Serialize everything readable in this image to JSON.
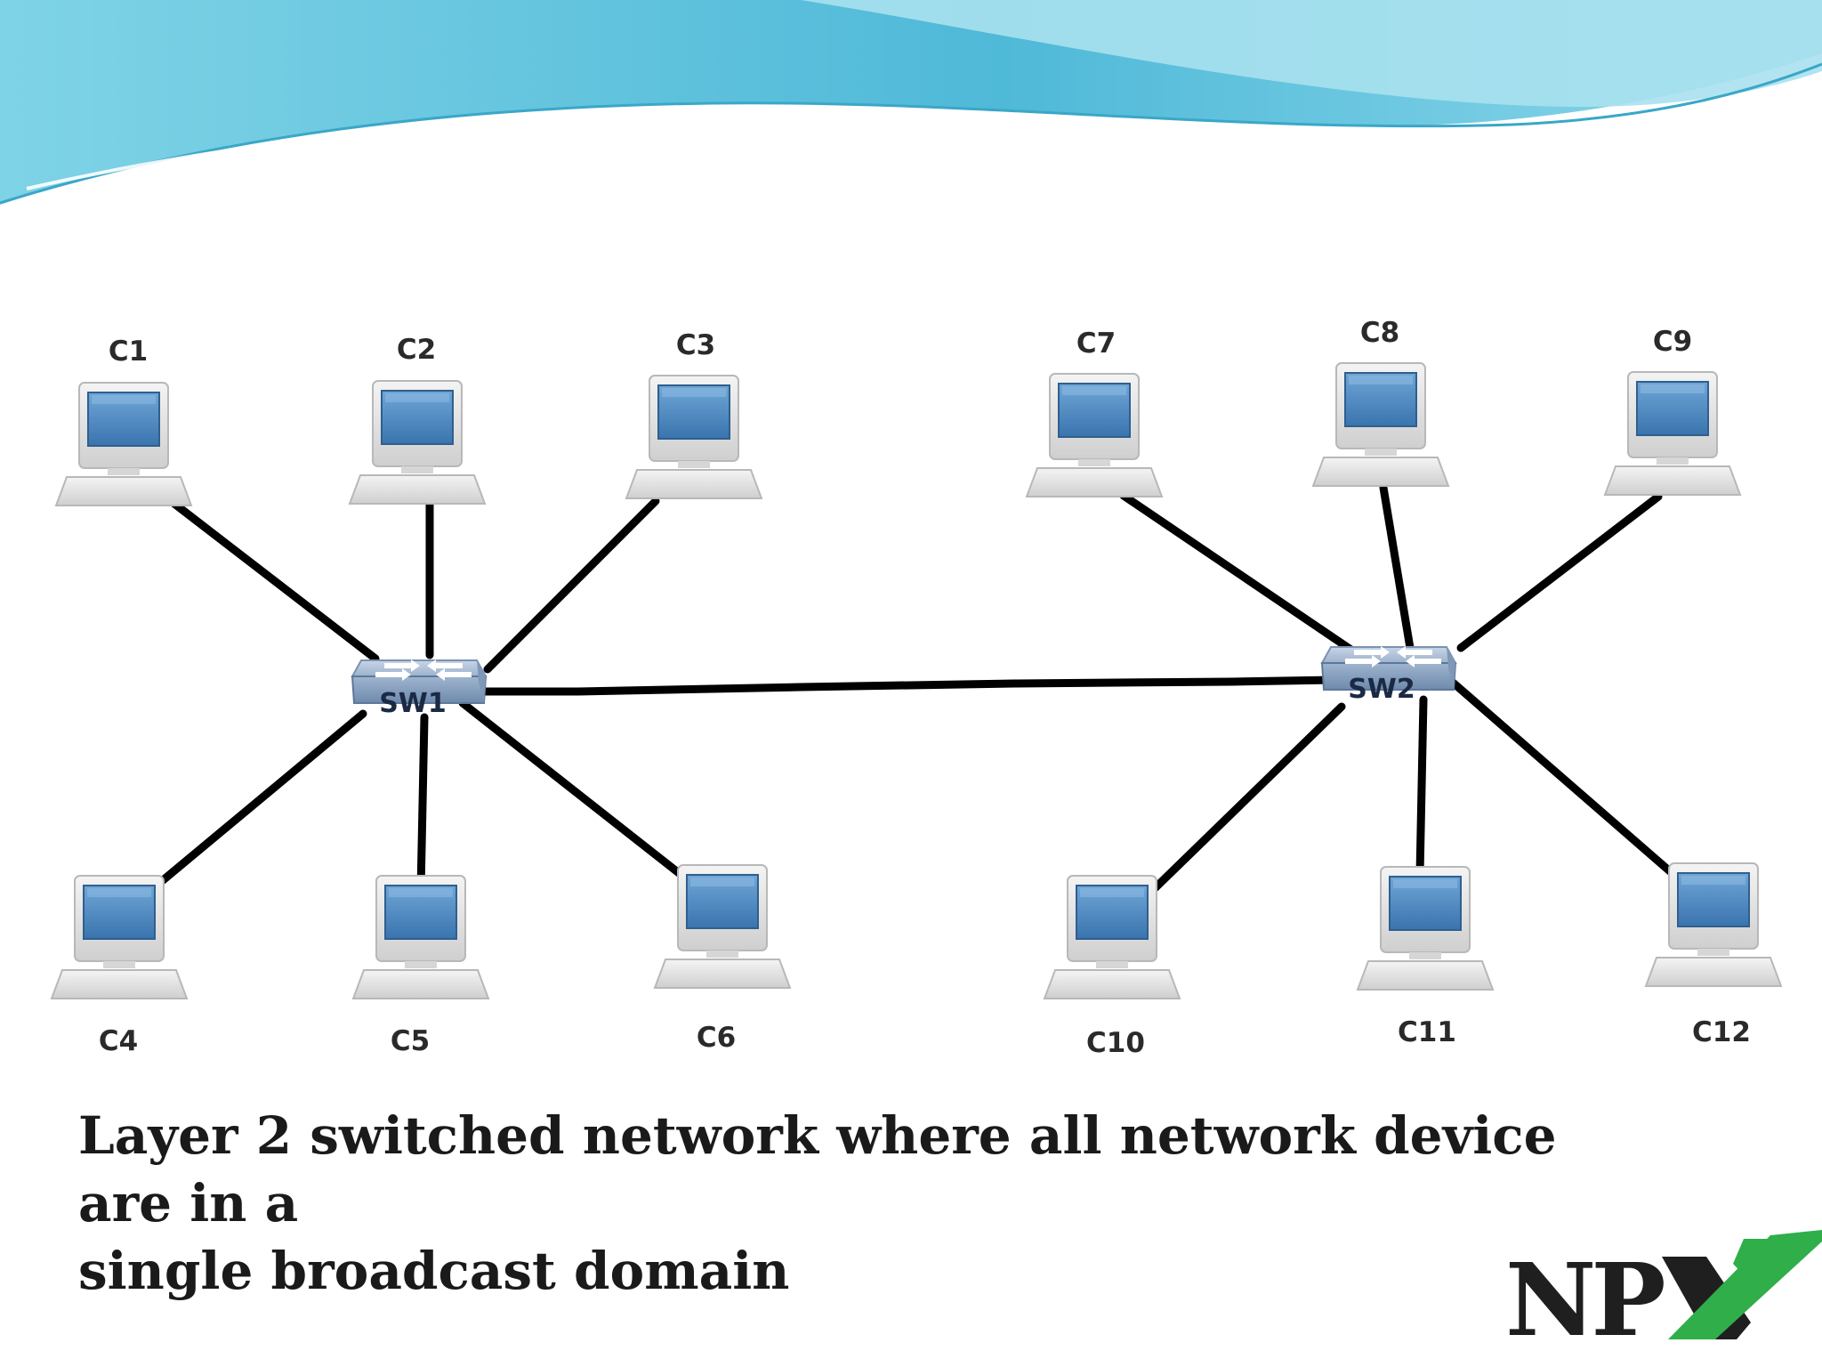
{
  "diagram": {
    "switches": [
      {
        "id": "SW1",
        "label": "SW1"
      },
      {
        "id": "SW2",
        "label": "SW2"
      }
    ],
    "computers": [
      {
        "id": "C1",
        "label": "C1",
        "switch": "SW1"
      },
      {
        "id": "C2",
        "label": "C2",
        "switch": "SW1"
      },
      {
        "id": "C3",
        "label": "C3",
        "switch": "SW1"
      },
      {
        "id": "C4",
        "label": "C4",
        "switch": "SW1"
      },
      {
        "id": "C5",
        "label": "C5",
        "switch": "SW1"
      },
      {
        "id": "C6",
        "label": "C6",
        "switch": "SW1"
      },
      {
        "id": "C7",
        "label": "C7",
        "switch": "SW2"
      },
      {
        "id": "C8",
        "label": "C8",
        "switch": "SW2"
      },
      {
        "id": "C9",
        "label": "C9",
        "switch": "SW2"
      },
      {
        "id": "C10",
        "label": "C10",
        "switch": "SW2"
      },
      {
        "id": "C11",
        "label": "C11",
        "switch": "SW2"
      },
      {
        "id": "C12",
        "label": "C12",
        "switch": "SW2"
      }
    ],
    "trunk": {
      "from": "SW1",
      "to": "SW2"
    }
  },
  "caption": {
    "line1": "Layer 2 switched network where all network device are in a",
    "line2": "single broadcast domain"
  },
  "logo": {
    "text": "NPX"
  },
  "colors": {
    "link": "#000000",
    "screen": "#4a86c0",
    "switch": "#8fa7c4",
    "banner": "#5fc3dc",
    "logo_dark": "#1f1f1f",
    "logo_green": "#2fae4a"
  }
}
